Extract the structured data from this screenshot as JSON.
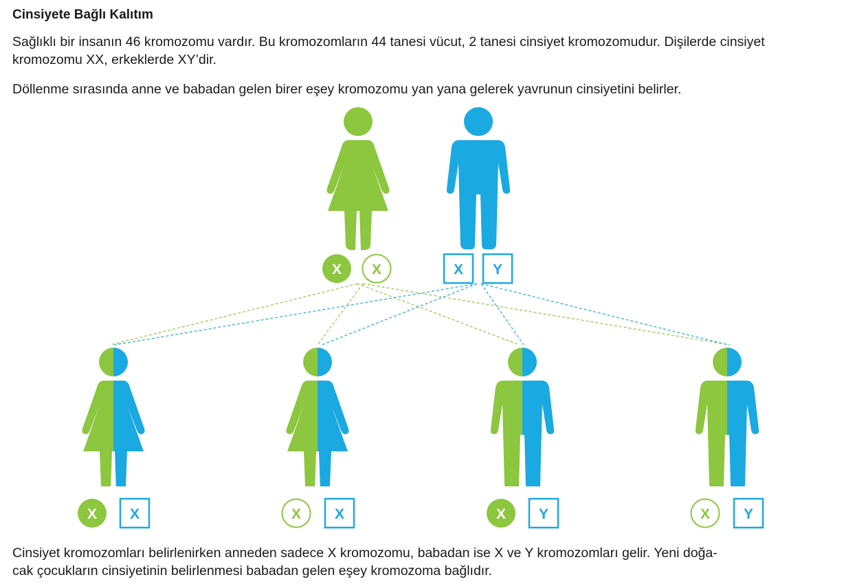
{
  "title": "Cinsiyete Bağlı Kalıtım",
  "paragraphs": {
    "intro": "Sağlıklı bir insanın 46 kromozomu vardır. Bu kromozomların 44 tanesi vücut, 2 tanesi cinsiyet kromozomudur. Dişilerde cinsiyet kromozomu XX, erkeklerde XY’dir.",
    "fertilization": "Döllenme sırasında anne ve babadan gelen birer eşey kromozomu yan yana gelerek yavrunun cinsiyetini belirler.",
    "conclusion_line1": "Cinsiyet kromozomları belirlenirken anneden sadece X kromozomu, babadan ise X ve Y kromozomları gelir. Yeni doğa-",
    "conclusion_line2": "cak çocukların cinsiyetinin belirlenmesi babadan gelen eşey kromozoma bağlıdır."
  },
  "colors": {
    "mother_green": "#8dc63f",
    "father_blue": "#1ba9e1"
  },
  "chromosomes": {
    "mother": [
      "X",
      "X"
    ],
    "father": [
      "X",
      "Y"
    ],
    "children": [
      {
        "sex": "female",
        "mother": "X",
        "father": "X"
      },
      {
        "sex": "female",
        "mother": "X",
        "father": "X"
      },
      {
        "sex": "male",
        "mother": "X",
        "father": "Y"
      },
      {
        "sex": "male",
        "mother": "X",
        "father": "Y"
      }
    ]
  }
}
